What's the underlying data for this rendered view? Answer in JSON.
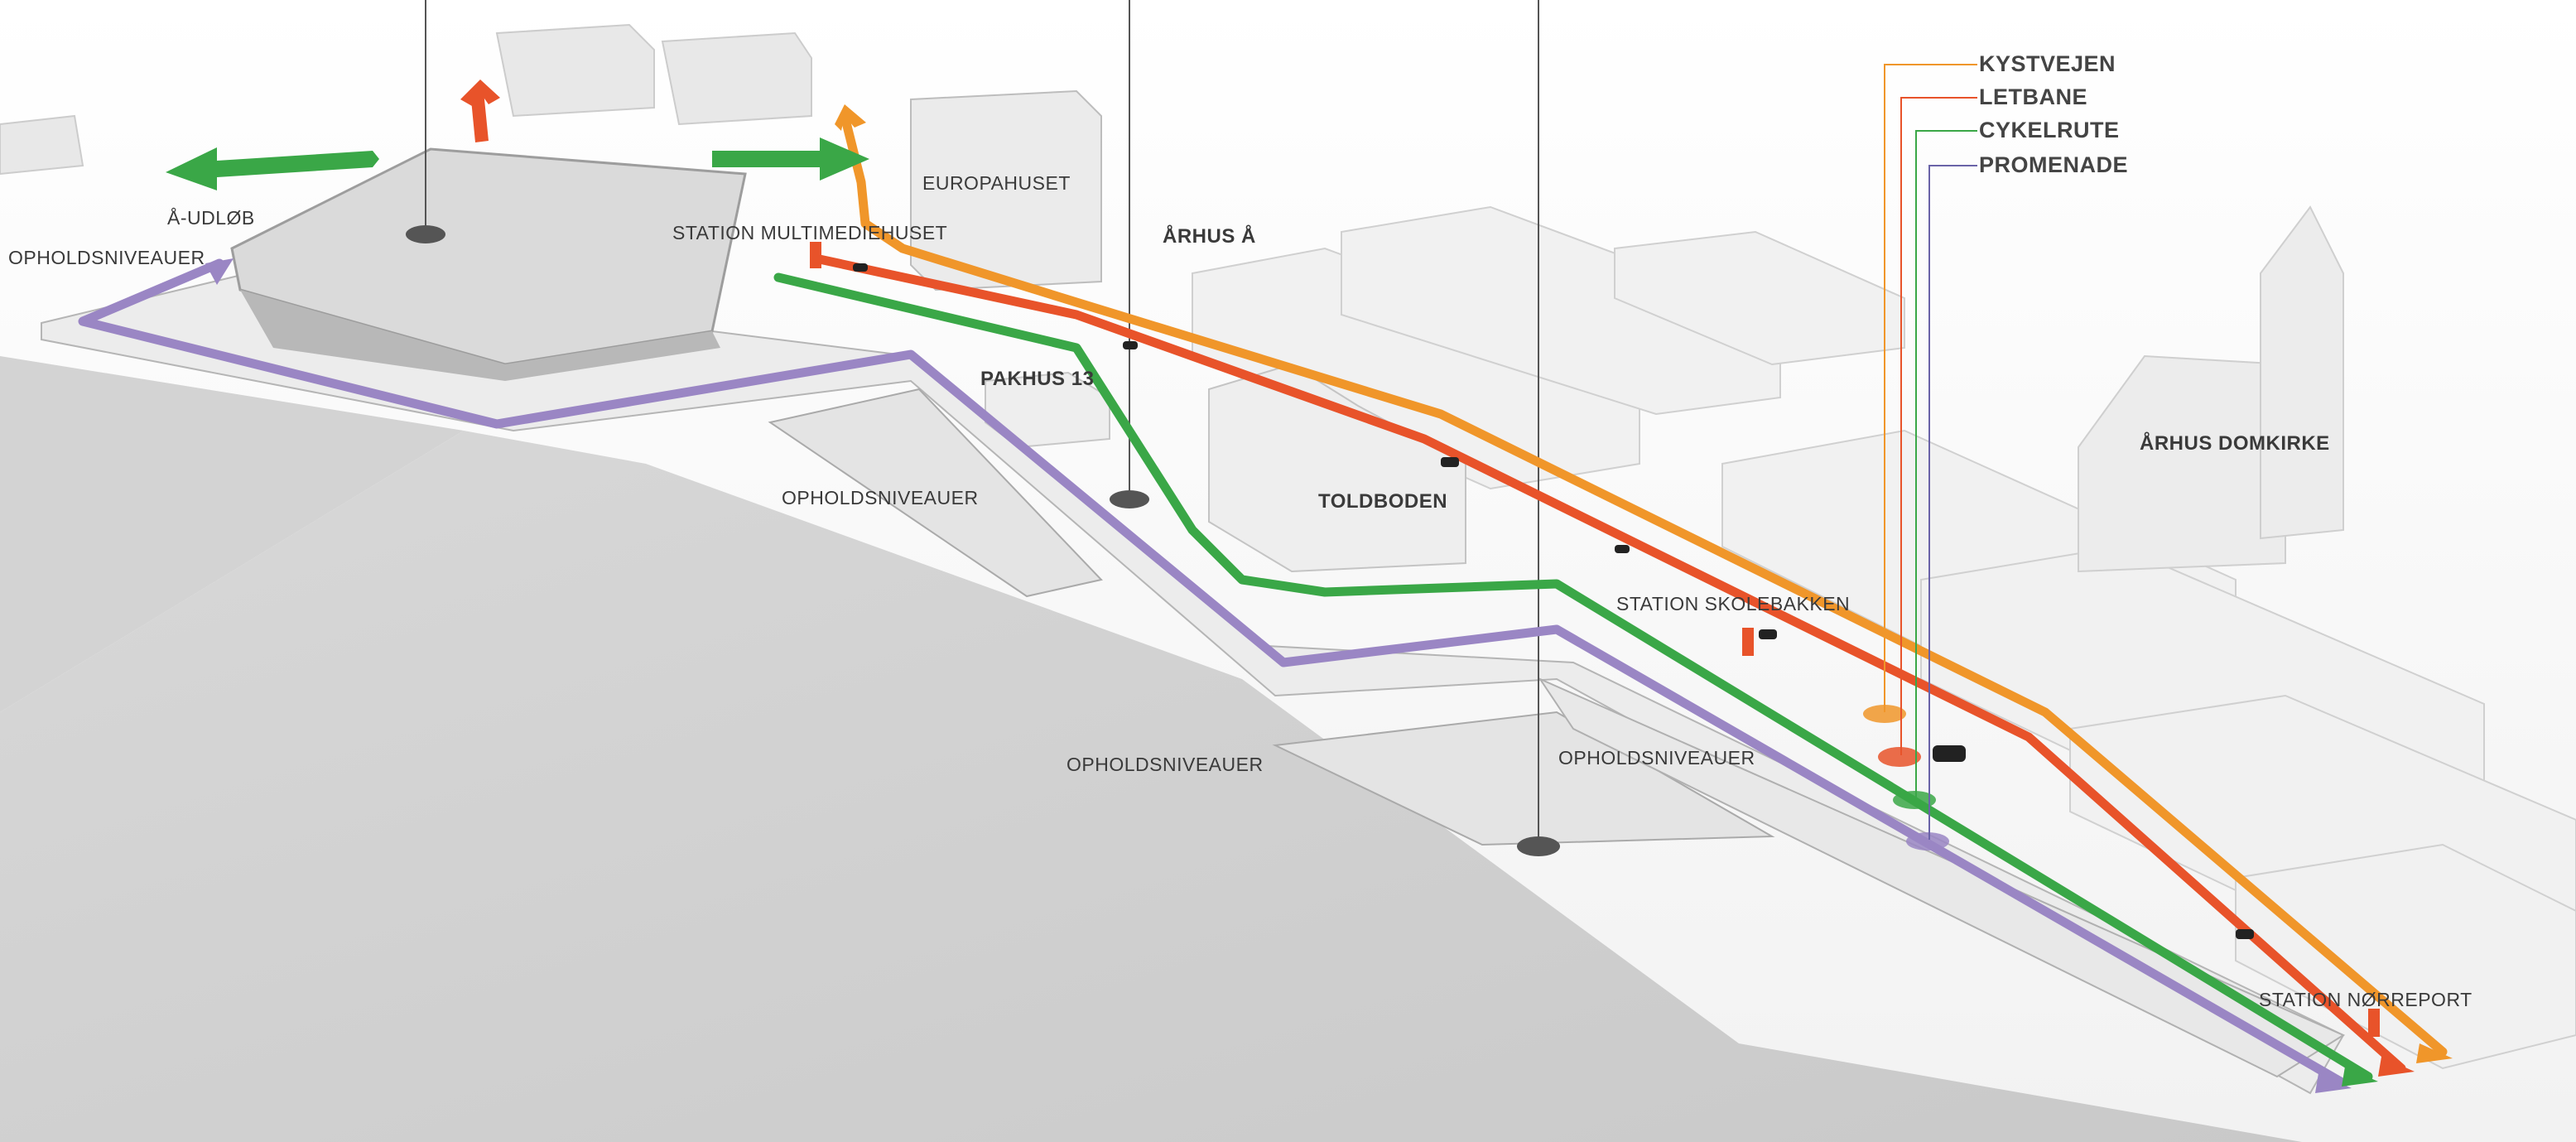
{
  "colors": {
    "kystvejen": "#f0962a",
    "letbane": "#e8532a",
    "cykelrute": "#3aa747",
    "promenade": "#9a86c4"
  },
  "legend": {
    "items": [
      {
        "label": "KYSTVEJEN",
        "color": "#f0962a"
      },
      {
        "label": "LETBANE",
        "color": "#e8532a"
      },
      {
        "label": "CYKELRUTE",
        "color": "#3aa747"
      },
      {
        "label": "PROMENADE",
        "color": "#9a86c4"
      }
    ]
  },
  "labels": {
    "a_udlob": "Å-UDLØB",
    "opholdsniveauer_1": "OPHOLDSNIVEAUER",
    "station_multimediehuset": "STATION MULTIMEDIEHUSET",
    "europahuset": "EUROPAHUSET",
    "arhus_a": "ÅRHUS Å",
    "pakhus_13": "PAKHUS 13",
    "opholdsniveauer_2": "OPHOLDSNIVEAUER",
    "toldboden": "TOLDBODEN",
    "arhus_domkirke": "ÅRHUS DOMKIRKE",
    "station_skolebakken": "STATION SKOLEBAKKEN",
    "opholdsniveauer_3": "OPHOLDSNIVEAUER",
    "opholdsniveauer_4": "OPHOLDSNIVEAUER",
    "station_norreport": "STATION NØRREPORT"
  }
}
